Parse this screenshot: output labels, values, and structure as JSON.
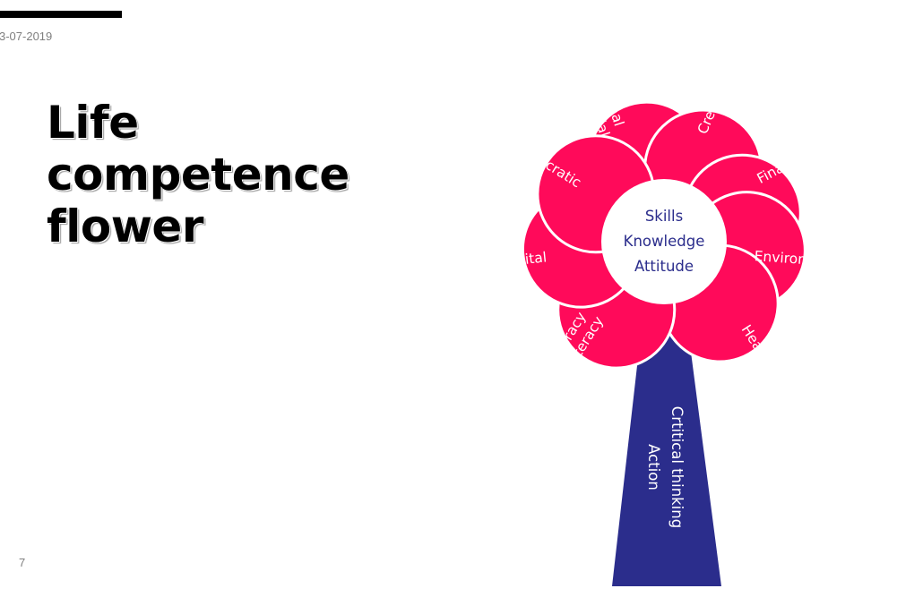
{
  "slide": {
    "date": "3-07-2019",
    "title": "Life\ncompetence\nflower",
    "page_number": "7"
  },
  "flower": {
    "colors": {
      "petal": "#ff0a5a",
      "stem": "#2b2d8c",
      "center_text": "#2b2d8c",
      "center_fill": "#ffffff"
    },
    "center": {
      "lines": [
        "Skills",
        "Knowledge",
        "Attitude"
      ]
    },
    "petals": [
      {
        "name": "personal-and-social",
        "lines": [
          "Personal",
          "and social"
        ]
      },
      {
        "name": "creative",
        "lines": [
          "Creative"
        ]
      },
      {
        "name": "financial",
        "lines": [
          "Financial"
        ]
      },
      {
        "name": "environmental",
        "lines": [
          "Environmental"
        ]
      },
      {
        "name": "health",
        "lines": [
          "Health"
        ]
      },
      {
        "name": "numeracy-and-literacy",
        "lines": [
          "Numeracy",
          "and literacy"
        ]
      },
      {
        "name": "digital",
        "lines": [
          "Digital"
        ]
      },
      {
        "name": "democratic",
        "lines": [
          "Democratic"
        ]
      }
    ],
    "stem": {
      "lines": [
        "Crtitical thinking",
        "Action"
      ]
    }
  }
}
